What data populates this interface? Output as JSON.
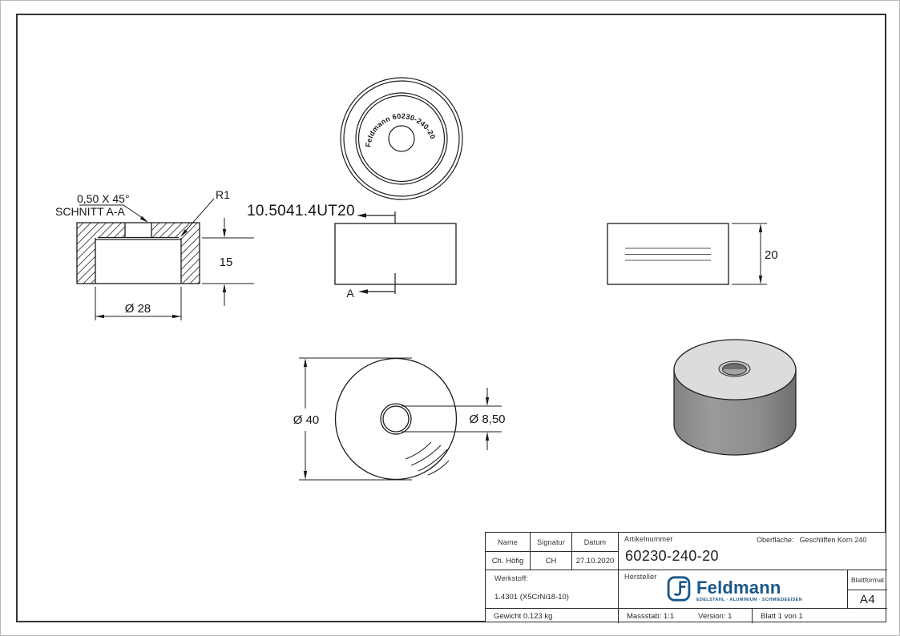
{
  "views": {
    "top": {
      "engraving": "Feldmann 60230-240-20"
    },
    "section": {
      "title": "SCHNITT A-A",
      "chamfer_note": "0,50 X 45°",
      "fillet_note": "R1",
      "depth_dim": "15",
      "bore_dim": "Ø 28"
    },
    "front": {
      "code": "10.5041.4UT20",
      "cut_label": "A"
    },
    "side": {
      "height_dim": "20"
    },
    "bottom": {
      "outer_dim": "Ø 40",
      "hole_dim": "Ø 8,50"
    }
  },
  "title_block": {
    "headers": {
      "name": "Name",
      "signature": "Signatur",
      "date": "Datum"
    },
    "values": {
      "name": "Ch. Höfig",
      "signature": "CH",
      "date": "27.10.2020"
    },
    "article": {
      "label": "Artikelnummer",
      "number": "60230-240-20"
    },
    "surface": {
      "label": "Oberfläche:",
      "value": "Geschliffen Korn 240"
    },
    "material": {
      "label": "Werkstoff:",
      "value": "1.4301 (X5CrNi18-10)"
    },
    "manufacturer_label": "Hersteller",
    "weight": "Gewicht 0.123 kg",
    "scale": "Massstab: 1:1",
    "version": "Version: 1",
    "sheet": "Blatt 1 von 1",
    "format": {
      "label": "Blattformat",
      "value": "A4"
    }
  },
  "logo": {
    "brand": "Feldmann",
    "tagline": "EDELSTAHL · ALUMINIUM · SCHMIEDEEISEN",
    "color": "#1a5688"
  },
  "colors": {
    "line": "#1c1c1c",
    "iso_top_face": "#dcdcdc",
    "iso_side_face": "#8f8f8f",
    "logo_blue": "#1a5688"
  }
}
